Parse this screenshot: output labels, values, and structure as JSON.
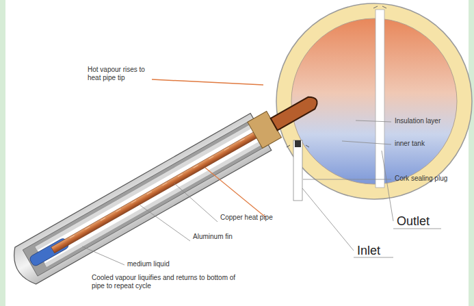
{
  "diagram": {
    "labels": [
      "Hot vapour rises to heat pipe tip",
      "Insulation layer",
      "inner tank",
      "Cork sealing plug",
      "Outlet",
      "Copper heat pipe",
      "Aluminum fin",
      "Inlet",
      "medium liquid",
      "Cooled vapour liquifies and returns to bottom of pipe to repeat cycle"
    ]
  }
}
